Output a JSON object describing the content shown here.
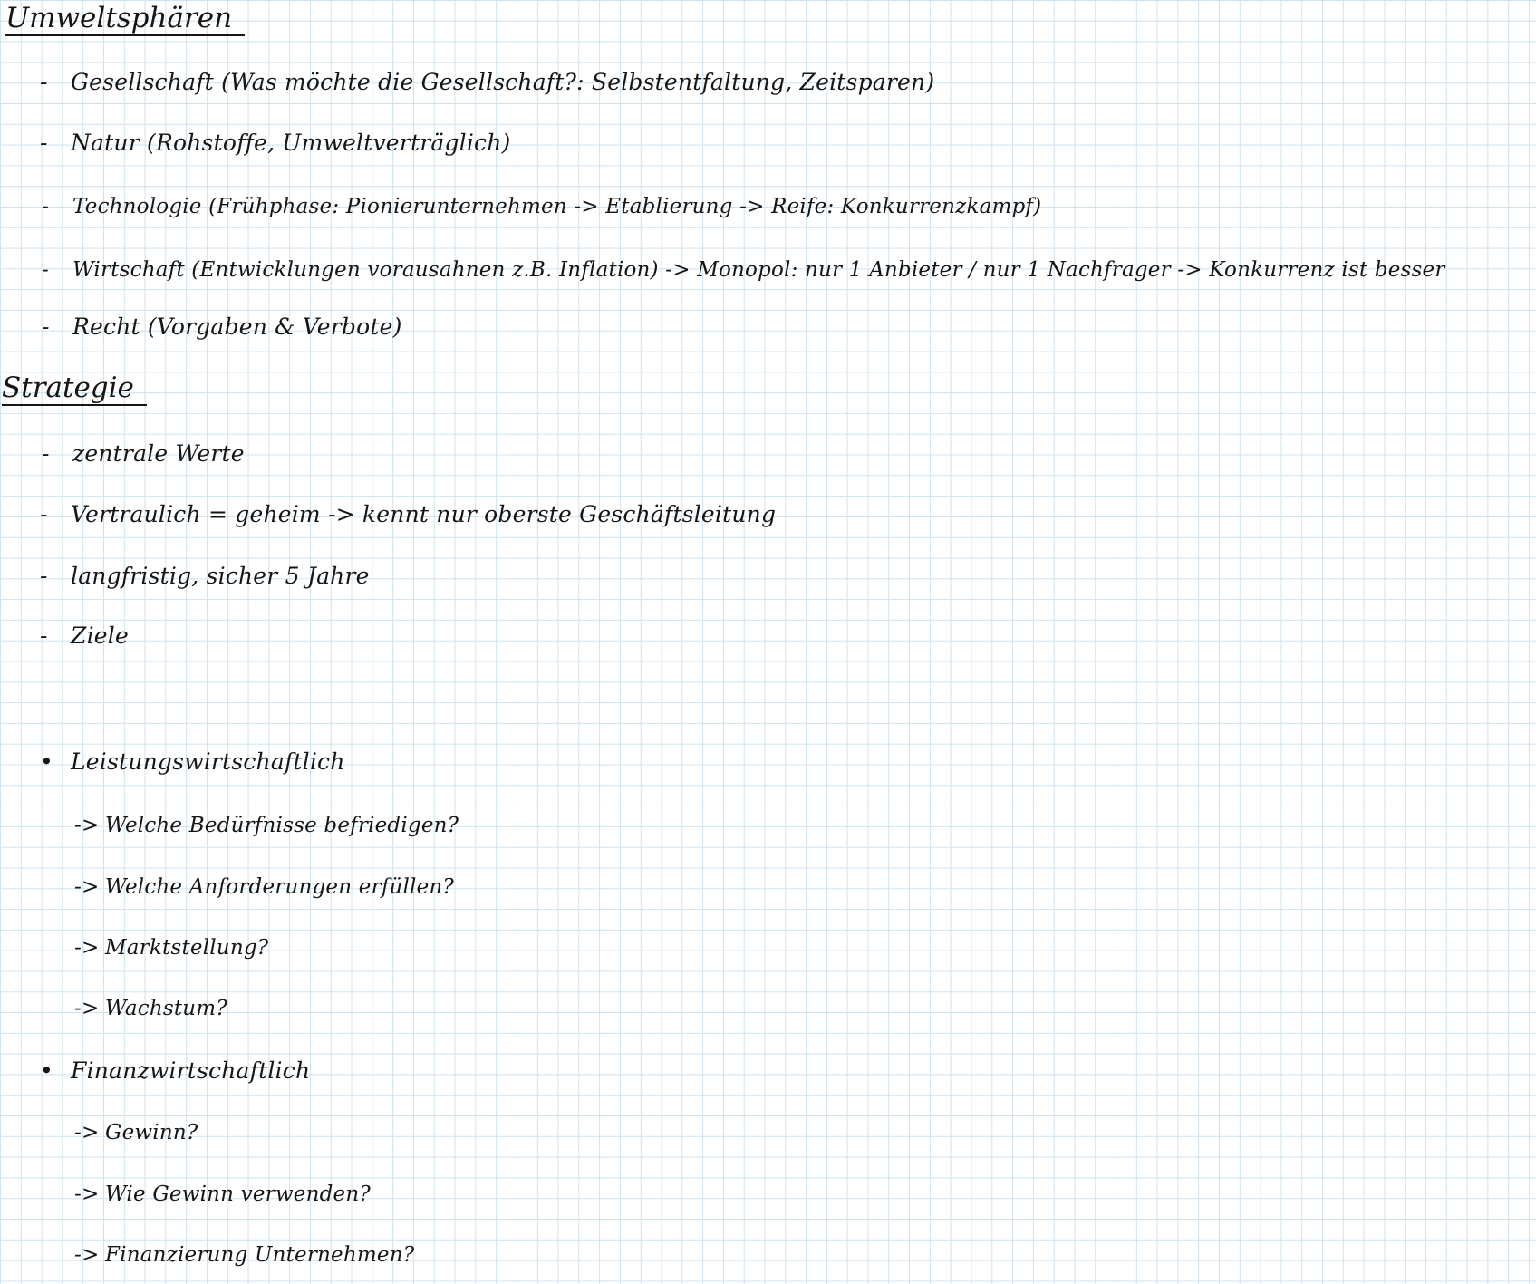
{
  "sections": [
    {
      "heading": "Umweltsphären",
      "items": [
        {
          "marker": "-",
          "text": "Gesellschaft (Was möchte die Gesellschaft?: Selbstentfaltung, Zeitsparen)"
        },
        {
          "marker": "-",
          "text": "Natur (Rohstoffe, Umweltverträglich)"
        },
        {
          "marker": "-",
          "text": "Technologie (Frühphase: Pionierunternehmen -> Etablierung -> Reife: Konkurrenzkampf)"
        },
        {
          "marker": "-",
          "text": "Wirtschaft (Entwicklungen vorausahnen z.B. Inflation) -> Monopol: nur 1 Anbieter / nur 1 Nachfrager -> Konkurrenz ist besser"
        },
        {
          "marker": "-",
          "text": "Recht (Vorgaben & Verbote)"
        }
      ]
    },
    {
      "heading": "Strategie",
      "items": [
        {
          "marker": "-",
          "text": "zentrale Werte"
        },
        {
          "marker": "-",
          "text": "Vertraulich = geheim -> kennt nur oberste Geschäftsleitung"
        },
        {
          "marker": "-",
          "text": "langfristig, sicher 5 Jahre"
        },
        {
          "marker": "-",
          "text": "Ziele"
        }
      ],
      "groups": [
        {
          "bullet": "•",
          "title": "Leistungswirtschaftlich",
          "questions": [
            {
              "marker": "->",
              "text": "Welche Bedürfnisse befriedigen?"
            },
            {
              "marker": "->",
              "text": "Welche Anforderungen erfüllen?"
            },
            {
              "marker": "->",
              "text": "Marktstellung?"
            },
            {
              "marker": "->",
              "text": "Wachstum?"
            }
          ]
        },
        {
          "bullet": "•",
          "title": "Finanzwirtschaftlich",
          "questions": [
            {
              "marker": "->",
              "text": "Gewinn?"
            },
            {
              "marker": "->",
              "text": "Wie Gewinn verwenden?"
            },
            {
              "marker": "->",
              "text": "Finanzierung Unternehmen?"
            }
          ]
        }
      ]
    }
  ]
}
